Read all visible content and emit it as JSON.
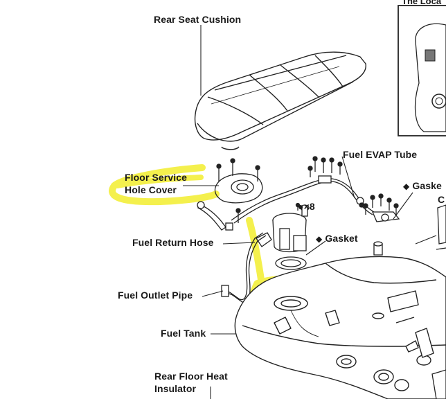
{
  "labels": {
    "rear_seat_cushion": "Rear Seat Cushion",
    "fuel_evap_tube": "Fuel EVAP Tube",
    "floor_service_hole_cover_line1": "Floor Service",
    "floor_service_hole_cover_line2": "Hole Cover",
    "bolt_count": "×8",
    "gasket_right_line1": "Gaske",
    "gasket_right_line2": "C",
    "fuel_return_hose": "Fuel Return Hose",
    "gasket_center": "Gasket",
    "fuel_outlet_pipe": "Fuel Outlet Pipe",
    "fuel_tank": "Fuel Tank",
    "rear_floor_heat_insulator_line1": "Rear Floor Heat",
    "rear_floor_heat_insulator_line2": "Insulator",
    "inset_title": "The Loca",
    "diamond_symbol": "◆"
  },
  "colors": {
    "highlight": "#f5f03a",
    "line": "#222222"
  }
}
